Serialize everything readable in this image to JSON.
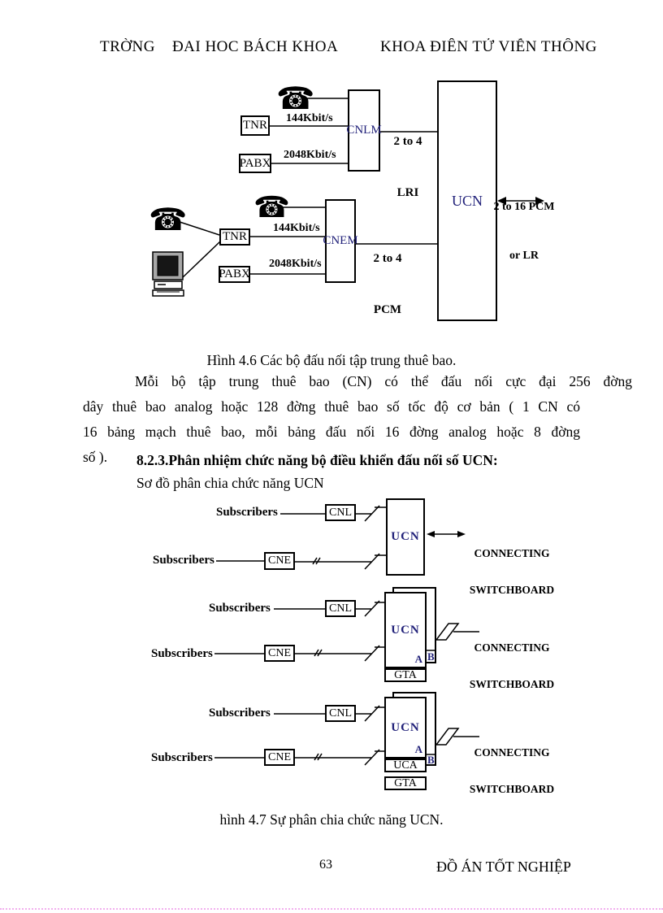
{
  "header": {
    "left": "TRỜNG    ĐẠI HỌC BÁCH KHOA",
    "right": "KHOA ĐIỆN TỬ VIỄN THÔNG"
  },
  "fig46": {
    "caption": "Hình 4.6 Các bộ đấu nối tập trung thuê bao.",
    "tnr": "TNR",
    "pabx": "PABX",
    "cnlm": "CNLM",
    "cnem": "CNEM",
    "ucn": "UCN",
    "rate144": "144Kbit/s",
    "rate2048": "2048Kbit/s",
    "two_to_4": "2 to 4",
    "lri": "LRI",
    "pcm": "PCM",
    "out_line1": "2 to 16 PCM",
    "out_line2": "or LR",
    "phone_icon": "☎"
  },
  "body": {
    "para_lines": [
      "Mỗi bộ tập trung thuê bao (CN) có thể đấu nối cực đại 256 đờng",
      "dây thuê bao analog hoặc 128 đờng  thuê bao số tốc độ cơ bản ( 1 CN có",
      "16 bảng mạch thuê bao, mỗi bảng đấu nối 16 đờng  analog hoặc 8 đờng",
      "số )."
    ],
    "heading": "8.2.3.Phân nhiệm chức năng bộ điều khiển đấu nối số UCN:",
    "subheading": "Sơ đồ phân chia chức năng UCN"
  },
  "fig47": {
    "caption": "hình 4.7 Sự phân chia chức năng UCN.",
    "subscribers": "Subscribers",
    "cnl": "CNL",
    "cne": "CNE",
    "ucn": "UCN",
    "gta": "GTA",
    "uca": "UCA",
    "a": "A",
    "b": "B",
    "connecting": "CONNECTING",
    "switchboard": "SWITCHBOARD"
  },
  "footer": {
    "page_number": "63",
    "right": "ĐỒ ÁN TỐT NGHIỆP"
  },
  "colors": {
    "box_label_navy": "#22227a",
    "bottom_dotted_line": "#f2b0ee"
  }
}
